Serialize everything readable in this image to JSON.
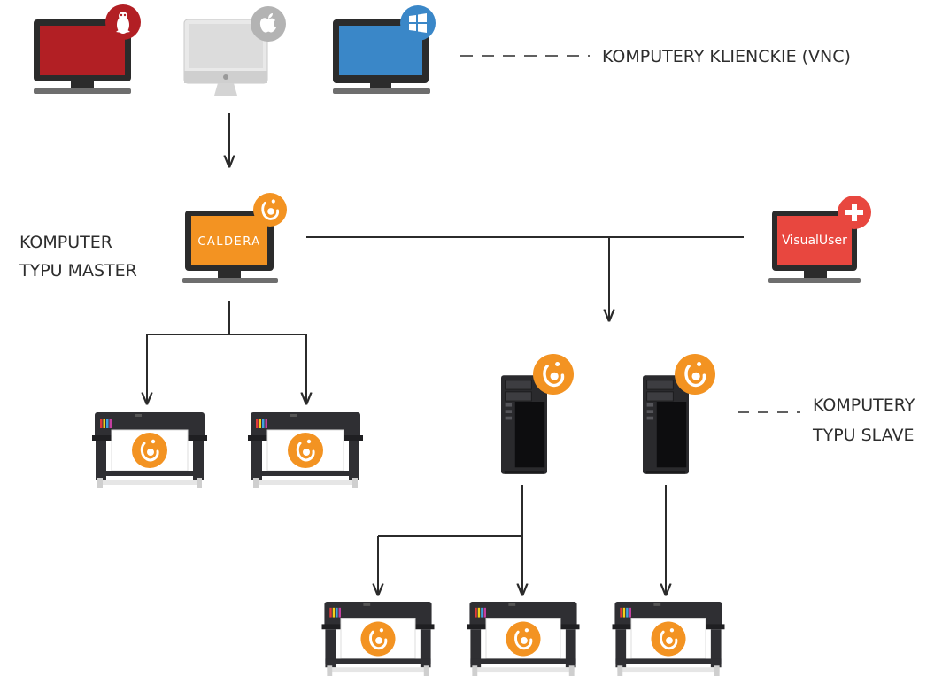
{
  "labels": {
    "clients": "KOMPUTERY KLIENCKIE (VNC)",
    "master_line1": "KOMPUTER",
    "master_line2": "TYPU MASTER",
    "slave_line1": "KOMPUTERY",
    "slave_line2": "TYPU SLAVE"
  },
  "screens": {
    "master": "CALDERA",
    "visualuser": "VisualUser"
  },
  "badges": {
    "linux": "linux-icon",
    "apple": "apple-icon",
    "windows": "windows-icon",
    "caldera": "caldera-logo-icon",
    "plus": "plus-icon"
  },
  "colors": {
    "linux_screen": "#b21f24",
    "mac_screen": "#dcdcdc",
    "windows_screen": "#3a87c8",
    "master_screen": "#f39322",
    "visualuser_screen": "#e8473f",
    "caldera_orange": "#f39322",
    "dark": "#2b2b2b"
  }
}
